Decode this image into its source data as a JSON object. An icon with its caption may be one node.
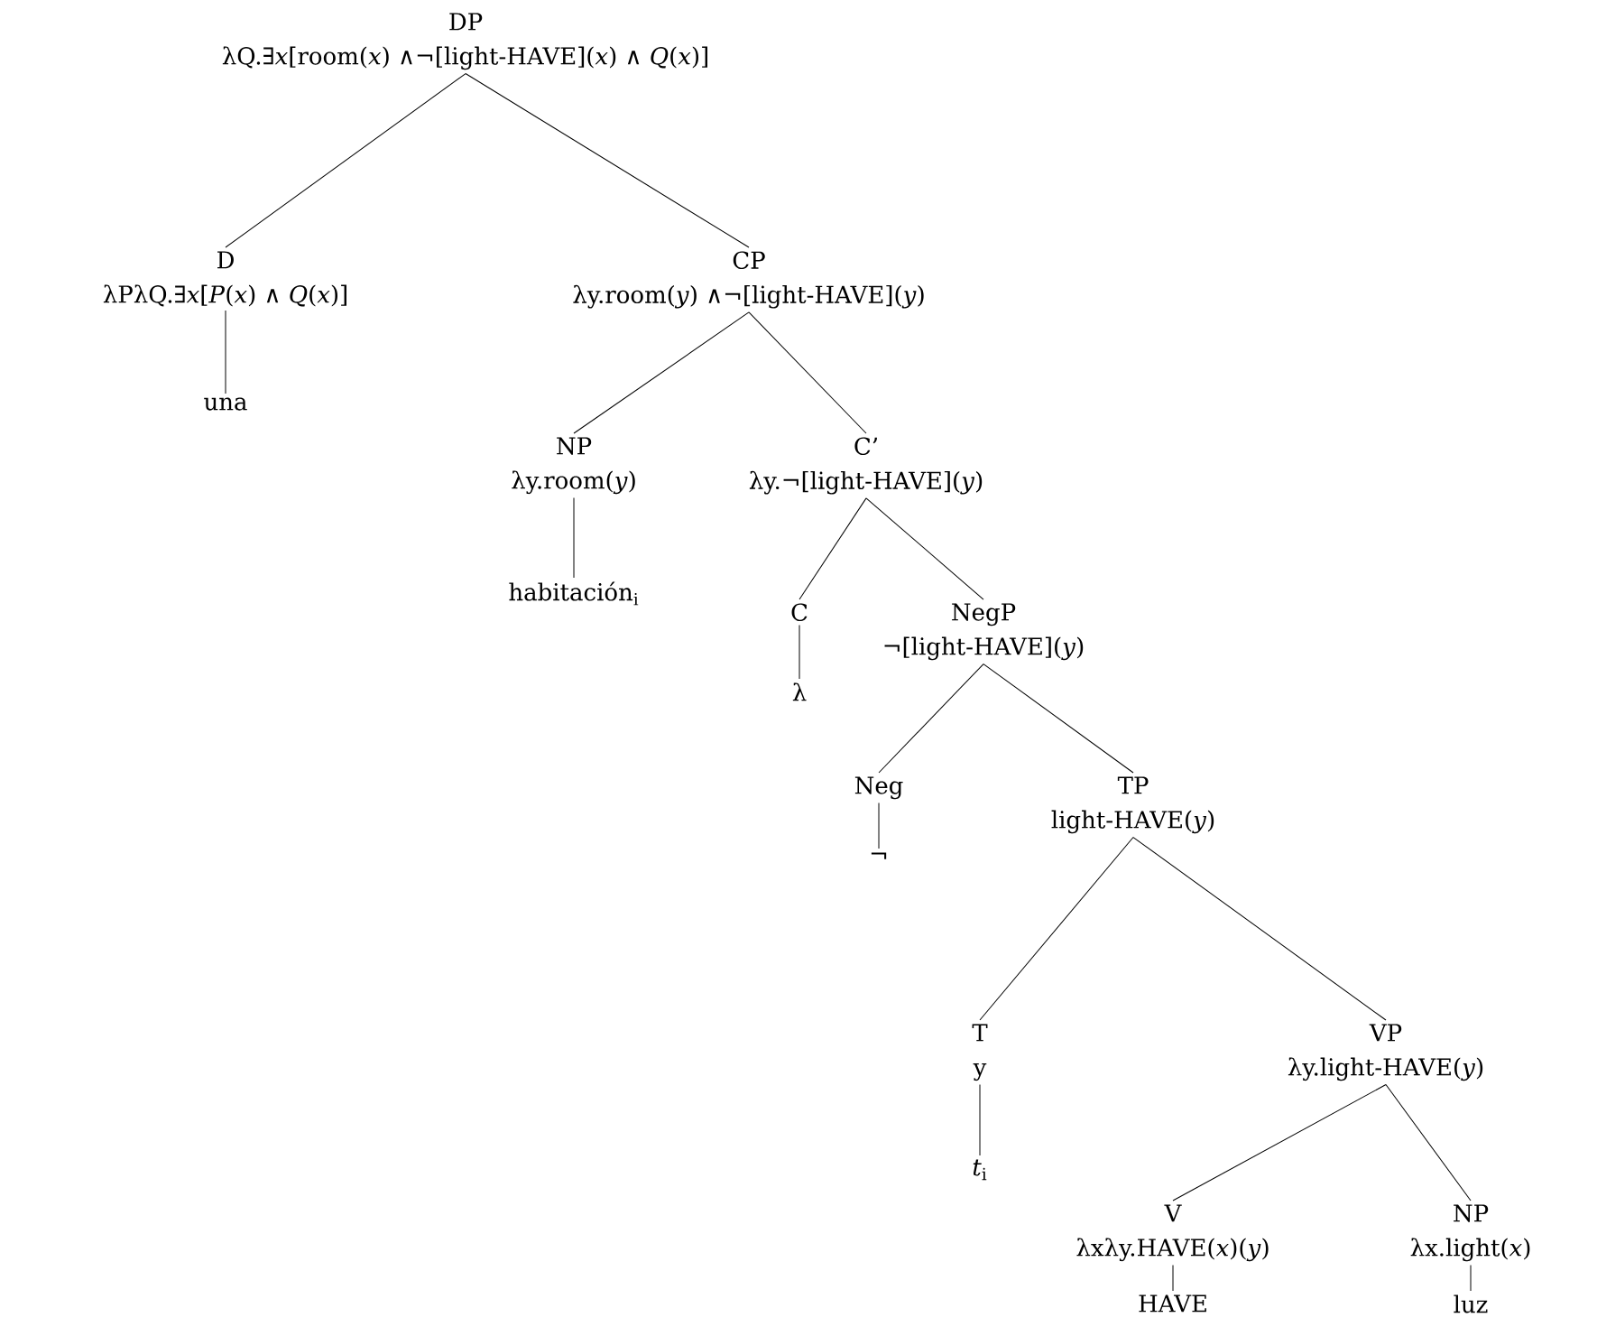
{
  "diagram": {
    "nodes": [
      {
        "text": [
          "DP",
          "λQ.∃*x*[room(*x*) ∧¬[light-HAVE](*x*) ∧ *Q*(*x*)]"
        ]
      },
      {
        "text": [
          "D",
          "λPλQ.∃*x*[*P*(*x*) ∧ *Q*(*x*)]"
        ]
      },
      {
        "text": [
          "una"
        ]
      },
      {
        "text": [
          "CP",
          "λy.room(*y*) ∧¬[light-HAVE](*y*)"
        ]
      },
      {
        "text": [
          "NP",
          "λy.room(*y*)"
        ]
      },
      {
        "text": [
          "habitación$_{i}$"
        ]
      },
      {
        "text": [
          "C’",
          "λy.¬[light-HAVE](*y*)"
        ]
      },
      {
        "text": [
          "C"
        ]
      },
      {
        "text": [
          "λ"
        ]
      },
      {
        "text": [
          "NegP",
          "¬[light-HAVE](*y*)"
        ]
      },
      {
        "text": [
          "Neg"
        ]
      },
      {
        "text": [
          "¬"
        ]
      },
      {
        "text": [
          "TP",
          "light-HAVE(*y*)"
        ]
      },
      {
        "text": [
          "T",
          "y"
        ]
      },
      {
        "text": [
          "*t*$_{i}$"
        ]
      },
      {
        "text": [
          "VP",
          "λy.light-HAVE(*y*)"
        ]
      },
      {
        "text": [
          "V",
          "λxλy.HAVE(*x*)(*y*)"
        ]
      },
      {
        "text": [
          "HAVE"
        ]
      },
      {
        "text": [
          "NP",
          "λx.light(*x*)"
        ]
      },
      {
        "text": [
          "luz"
        ]
      }
    ],
    "edges": [
      {
        "from": 0,
        "to": 1,
        "arrow": "none"
      },
      {
        "from": 0,
        "to": 3,
        "arrow": "none"
      },
      {
        "from": 1,
        "to": 2,
        "arrow": "none"
      },
      {
        "from": 3,
        "to": 4,
        "arrow": "none"
      },
      {
        "from": 3,
        "to": 6,
        "arrow": "none"
      },
      {
        "from": 4,
        "to": 5,
        "arrow": "none"
      },
      {
        "from": 6,
        "to": 7,
        "arrow": "none"
      },
      {
        "from": 6,
        "to": 9,
        "arrow": "none"
      },
      {
        "from": 7,
        "to": 8,
        "arrow": "none"
      },
      {
        "from": 9,
        "to": 10,
        "arrow": "none"
      },
      {
        "from": 9,
        "to": 12,
        "arrow": "none"
      },
      {
        "from": 10,
        "to": 11,
        "arrow": "none"
      },
      {
        "from": 12,
        "to": 13,
        "arrow": "none"
      },
      {
        "from": 12,
        "to": 15,
        "arrow": "none"
      },
      {
        "from": 13,
        "to": 14,
        "arrow": "none"
      },
      {
        "from": 15,
        "to": 16,
        "arrow": "none"
      },
      {
        "from": 15,
        "to": 18,
        "arrow": "none"
      },
      {
        "from": 16,
        "to": 17,
        "arrow": "none"
      },
      {
        "from": 18,
        "to": 19,
        "arrow": "none"
      }
    ]
  }
}
